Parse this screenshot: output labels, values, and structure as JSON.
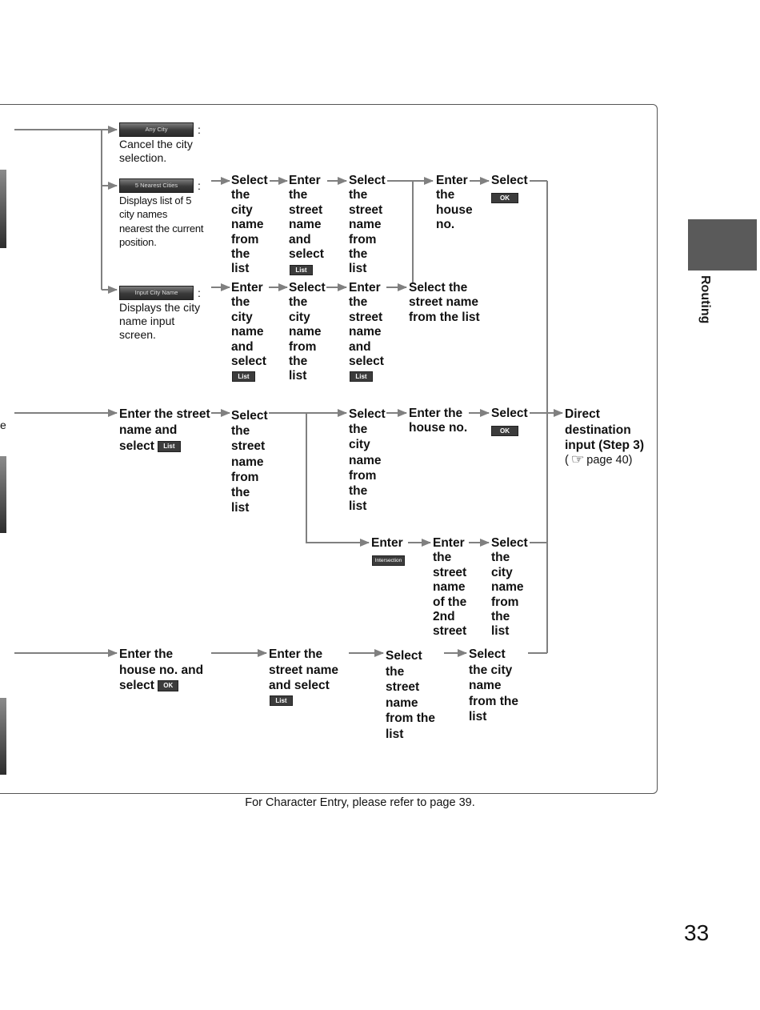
{
  "diagram": {
    "screen_buttons": {
      "any_city": "Any City",
      "nearest_cities": "5 Nearest Cities",
      "input_city_name": "Input City Name"
    },
    "colon": ":",
    "options": {
      "any_city_desc": "Cancel the city\nselection.",
      "nearest_desc": "Displays list of 5\ncity names\nnearest the current\nposition.",
      "input_city_desc": "Displays the city\nname input\nscreen."
    },
    "steps": {
      "r1_select_city": "Select\nthe\ncity\nname\nfrom\nthe\nlist",
      "r1_enter_street": "Enter\nthe\nstreet\nname\nand\nselect",
      "r1_select_street": "Select\nthe\nstreet\nname\nfrom\nthe\nlist",
      "r1_enter_house": "Enter\nthe\nhouse\nno.",
      "r1_select_ok": "Select",
      "r2_enter_city": "Enter\nthe\ncity\nname\nand\nselect",
      "r2_select_city": "Select\nthe\ncity\nname\nfrom\nthe\nlist",
      "r2_enter_street": "Enter\nthe\nstreet\nname\nand\nselect",
      "r2_select_street": "Select the\nstreet name\nfrom the list",
      "b_enter_street": "Enter the street\nname and\nselect",
      "b_select_street": "Select\nthe\nstreet\nname\nfrom\nthe\nlist",
      "b_select_city": "Select\nthe\ncity\nname\nfrom\nthe\nlist",
      "b_enter_house": "Enter the\nhouse no.",
      "b_select_ok": "Select",
      "i_enter": "Enter",
      "i_enter_street": "Enter\nthe\nstreet\nname\nof the\n2nd\nstreet",
      "i_select_city": "Select\nthe\ncity\nname\nfrom\nthe\nlist",
      "c_enter_house": "Enter the\nhouse no. and\nselect",
      "c_enter_street": "Enter the\nstreet name\nand select",
      "c_select_street": "Select\nthe\nstreet\nname\nfrom the\nlist",
      "c_select_city": "Select\nthe city\nname\nfrom the\nlist"
    },
    "buttons": {
      "list": "List",
      "ok": "OK",
      "intersection": "Intersection"
    },
    "result": {
      "title": "Direct\ndestination\ninput (Step 3)",
      "ref_open": "(",
      "ref_icon": "pointing-hand-icon",
      "ref_page": "page 40)"
    },
    "edge_fragment": "e"
  },
  "footnote": "For Character Entry, please refer to page 39.",
  "side_tab": "Routing",
  "page_number": "33"
}
